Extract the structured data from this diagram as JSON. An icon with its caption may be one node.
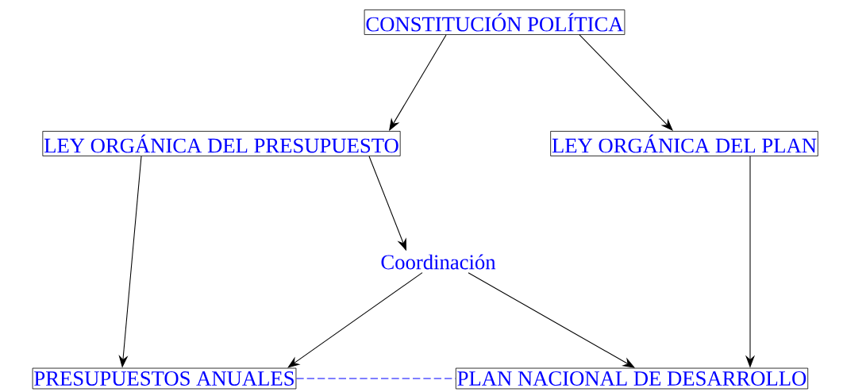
{
  "diagram": {
    "nodes": [
      {
        "text": [
          "CONSTITUCIÓN POLÍTICA"
        ]
      },
      {
        "text": [
          "LEY ORGÁNICA DEL PRESUPUESTO"
        ]
      },
      {
        "text": [
          "LEY ORGÁNICA DEL PLAN"
        ]
      },
      {
        "text": [
          "Coordinación"
        ]
      },
      {
        "text": [
          "PRESUPUESTOS ANUALES"
        ]
      },
      {
        "text": [
          "PLAN NACIONAL DE DESARROLLO"
        ]
      }
    ],
    "edges": [
      {
        "from": 0,
        "to": 1,
        "arrow": "to"
      },
      {
        "from": 0,
        "to": 2,
        "arrow": "to"
      },
      {
        "from": 1,
        "to": 4,
        "arrow": "to"
      },
      {
        "from": 1,
        "to": 3,
        "arrow": "to"
      },
      {
        "from": 2,
        "to": 5,
        "arrow": "to"
      },
      {
        "from": 3,
        "to": 4,
        "arrow": "to"
      },
      {
        "from": 3,
        "to": 5,
        "arrow": "to"
      },
      {
        "from": 4,
        "to": 5,
        "arrow": "none",
        "style": "dashed",
        "color": "#0000ff"
      }
    ]
  }
}
